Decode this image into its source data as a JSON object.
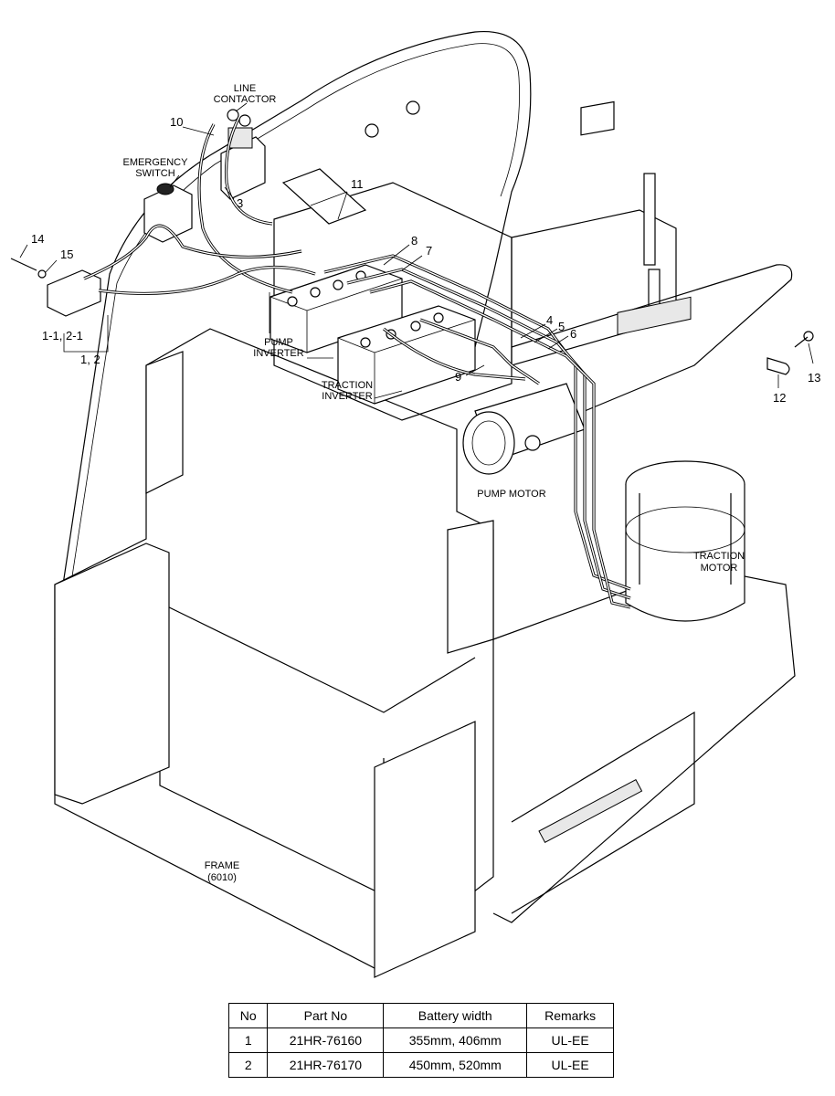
{
  "labels": {
    "line_contactor": [
      "LINE",
      "CONTACTOR"
    ],
    "emergency_switch": [
      "EMERGENCY",
      "SWITCH"
    ],
    "pump_inverter": [
      "PUMP",
      "INVERTER"
    ],
    "traction_inverter": [
      "TRACTION",
      "INVERTER"
    ],
    "pump_motor": "PUMP MOTOR",
    "traction_motor": [
      "TRACTION",
      "MOTOR"
    ],
    "frame": [
      "FRAME",
      "(6010)"
    ]
  },
  "callouts": {
    "c10": "10",
    "c3": "3",
    "c11": "11",
    "c14": "14",
    "c15": "15",
    "c1_1": "1-1, 2-1",
    "c1_2": "1, 2",
    "c8": "8",
    "c7": "7",
    "c4": "4",
    "c5": "5",
    "c6": "6",
    "c9": "9",
    "c12": "12",
    "c13": "13"
  },
  "table": {
    "headers": [
      "No",
      "Part No",
      "Battery width",
      "Remarks"
    ],
    "rows": [
      [
        "1",
        "21HR-76160",
        "355mm, 406mm",
        "UL-EE"
      ],
      [
        "2",
        "21HR-76170",
        "450mm, 520mm",
        "UL-EE"
      ]
    ]
  }
}
